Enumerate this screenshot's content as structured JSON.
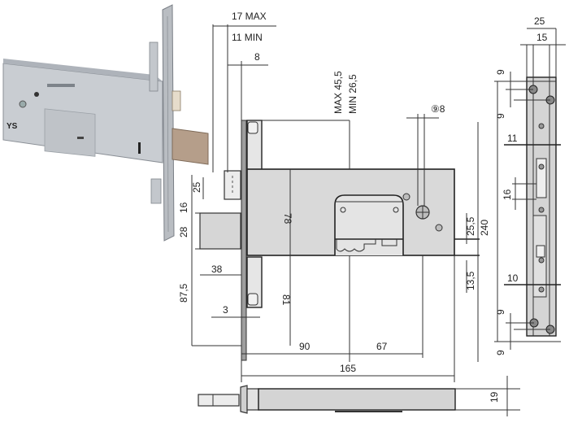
{
  "figure": {
    "subject": "Mortise lock technical drawing with product photo",
    "photo": {
      "label": "lock-photo"
    },
    "front_view": {
      "dimensions": {
        "faceplate_max": "17 MAX",
        "faceplate_min": "11 MIN",
        "faceplate_width": "8",
        "backset_max": "MAX 45,5",
        "backset_min": "MIN 26,5",
        "spindle": "⑨8",
        "top_offset": "25",
        "bolt_gap": "16",
        "bolt_height": "28",
        "lower_offset": "87,5",
        "bolt_throw": "38",
        "faceplate_thickness": "3",
        "case_height_upper": "78",
        "case_height_lower": "81",
        "key_to_spindle": "25,5",
        "key_offset": "13,5",
        "total_height": "240",
        "backset_width": "90",
        "center_distance": "67",
        "case_length": "165"
      }
    },
    "side_view": {
      "dimensions": {
        "plate_width": "25",
        "inner_width": "15",
        "hole_top_a": "9",
        "hole_top_b": "9",
        "slot_upper": "11",
        "slot_middle": "16",
        "slot_lower": "10",
        "hole_bottom_a": "9",
        "hole_bottom_b": "9"
      }
    },
    "bottom_view": {
      "dimensions": {
        "thickness": "19"
      }
    }
  }
}
